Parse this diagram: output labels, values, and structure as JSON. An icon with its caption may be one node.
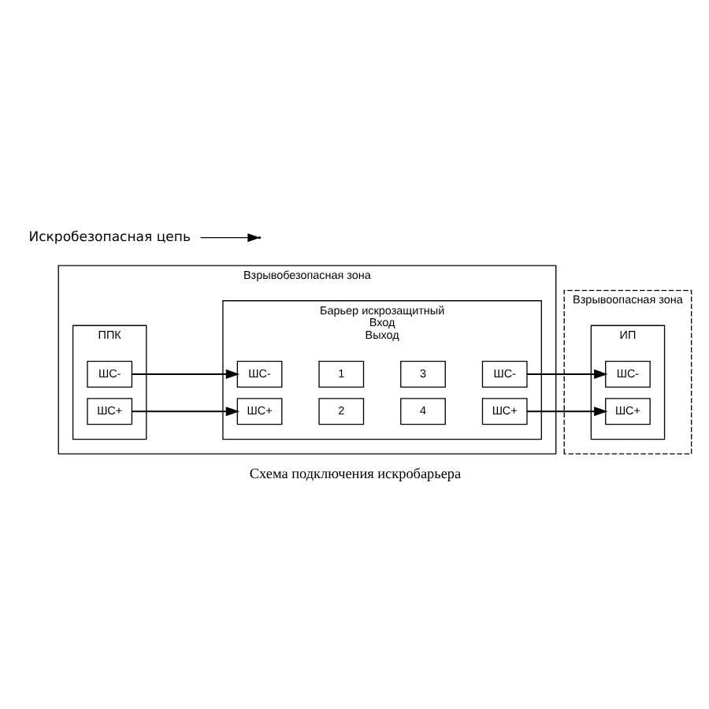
{
  "diagram": {
    "caption": "Схема подключения искробарьера",
    "nodes": [
      {
        "text": [
          "Взрывобезопасная зона"
        ]
      },
      {
        "text": [
          "ППК"
        ],
        "in": 0
      },
      {
        "text": [
          "ШС-"
        ],
        "in": 1
      },
      {
        "text": [
          "ШС+"
        ],
        "in": 1
      },
      {
        "text": [
          "Барьер искрозащитный",
          "Вход",
          "Выход"
        ],
        "in": 0
      },
      {
        "text": [
          "ШС-"
        ],
        "in": 4
      },
      {
        "text": [
          "1"
        ],
        "in": 4
      },
      {
        "text": [
          "ШС+"
        ],
        "in": 4
      },
      {
        "text": [
          "2"
        ],
        "in": 4
      },
      {
        "text": [
          "3"
        ],
        "in": 4
      },
      {
        "text": [
          "ШС-"
        ],
        "in": 4
      },
      {
        "text": [
          "4"
        ],
        "in": 4
      },
      {
        "text": [
          "ШС+"
        ],
        "in": 4
      },
      {
        "text": [
          "Взрывоопасная зона"
        ]
      },
      {
        "text": [
          "ИП"
        ],
        "in": 13
      },
      {
        "text": [
          "ШС-"
        ],
        "in": 14
      },
      {
        "text": [
          "ШС+"
        ],
        "in": 14
      },
      {
        "text": [
          "Искробезопасная цепь"
        ]
      }
    ],
    "edges": [
      {
        "from": 2,
        "to": 5,
        "arrow": "to"
      },
      {
        "from": 3,
        "to": 7,
        "arrow": "to"
      },
      {
        "from": 10,
        "to": 15,
        "arrow": "to"
      },
      {
        "from": 12,
        "to": 16,
        "arrow": "to"
      },
      {
        "from": 17,
        "to": null,
        "arrow": "to"
      }
    ]
  }
}
